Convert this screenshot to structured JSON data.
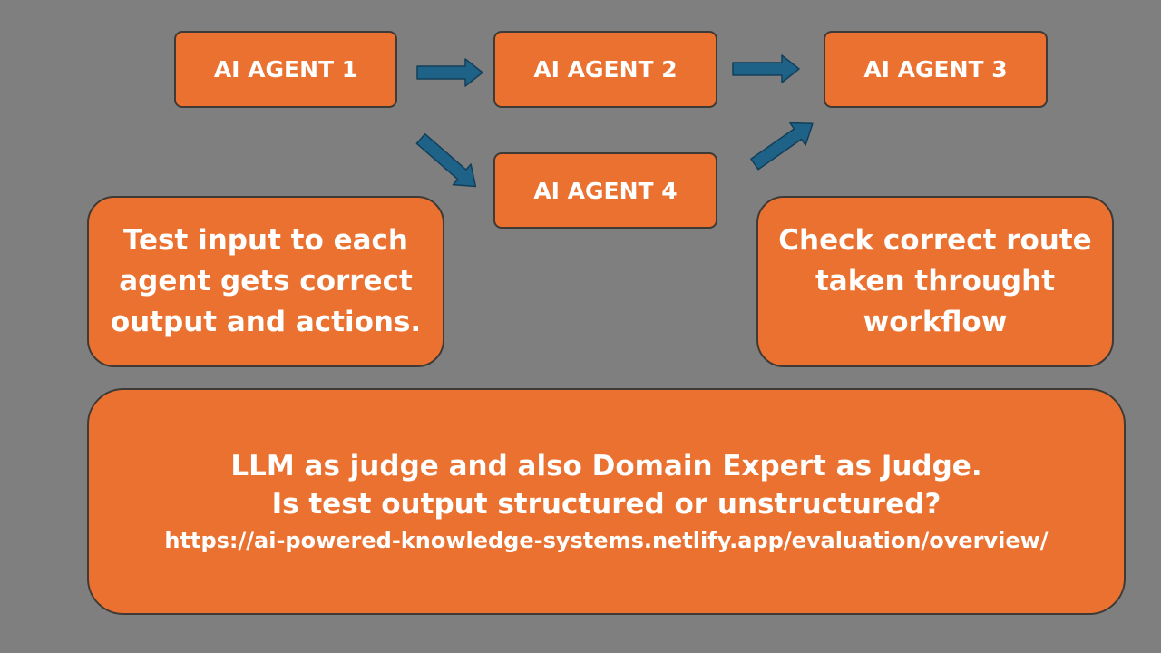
{
  "agents": {
    "agent1": "AI AGENT 1",
    "agent2": "AI AGENT 2",
    "agent3": "AI AGENT 3",
    "agent4": "AI AGENT 4"
  },
  "notes": {
    "left": "Test input to each agent gets correct output and actions.",
    "right": "Check correct route taken throught workflow"
  },
  "judge": {
    "line1": "LLM as judge and also Domain Expert as Judge.",
    "line2": "Is test output structured or unstructured?",
    "url": "https://ai-powered-knowledge-systems.netlify.app/evaluation/overview/"
  },
  "colors": {
    "background": "#7f7f7f",
    "box_fill": "#ea7130",
    "box_border": "#3f3a36",
    "arrow_fill": "#1f6287",
    "arrow_border": "#123f5a",
    "text": "#ffffff"
  }
}
